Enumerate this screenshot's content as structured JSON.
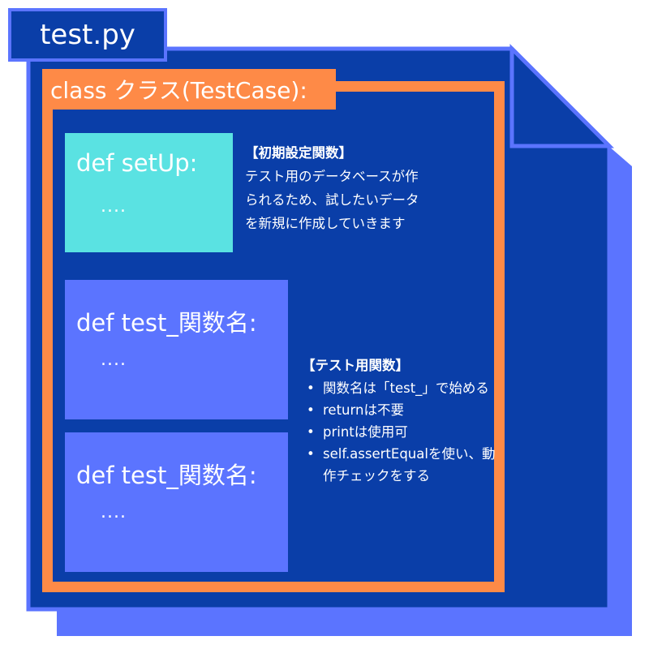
{
  "file": {
    "name": "test.py"
  },
  "class_def": {
    "label": "class クラス(TestCase):"
  },
  "setup": {
    "def_label": "def setUp:",
    "body": "....",
    "description": {
      "title": "【初期設定関数】",
      "lines": [
        "テスト用のデータベースが作",
        "られるため、試したいデータ",
        "を新規に作成していきます"
      ]
    }
  },
  "test_methods": [
    {
      "def_label": "def test_関数名:",
      "body": "...."
    },
    {
      "def_label": "def test_関数名:",
      "body": "...."
    }
  ],
  "test_description": {
    "title": "【テスト用関数】",
    "bullets": [
      "関数名は「test_」で始める",
      "returnは不要",
      "printは使用可",
      "self.assertEqualを使い、動作チェックをする"
    ]
  },
  "colors": {
    "document_dark": "#0a3ea8",
    "document_light": "#5b74ff",
    "class_frame": "#fe8a47",
    "setup_block": "#5ae2e2",
    "test_block": "#5b74ff",
    "text": "#ffffff"
  }
}
